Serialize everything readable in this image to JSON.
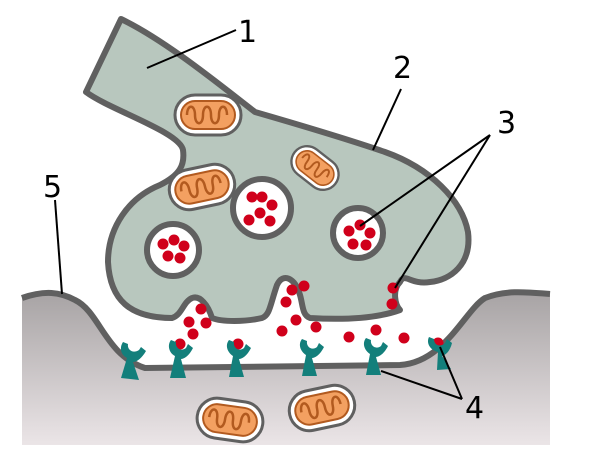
{
  "labels": {
    "l1": "1",
    "l2": "2",
    "l3": "3",
    "l4": "4",
    "l5": "5"
  },
  "colors": {
    "membrane": "#606060",
    "axon_fill": "#b8c7be",
    "postsynaptic_top": "#a7a3a4",
    "postsynaptic_bottom": "#ebe5e7",
    "neurotransmitter": "#d0001b",
    "receptor": "#137f7b",
    "mitochondrion": "#f3a061",
    "mitochondrion_stroke": "#b25a1f",
    "vesicle_ring": "#606060"
  },
  "icons": {
    "mitochondrion": "mitochondrion-icon",
    "vesicle": "synaptic-vesicle-icon",
    "receptor": "receptor-icon"
  }
}
